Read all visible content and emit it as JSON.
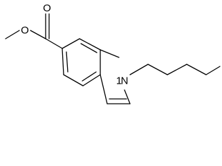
{
  "molecule": {
    "atoms": {
      "carbonyl_oxygen": "O",
      "ester_oxygen": "O",
      "ring_nitrogen": "N",
      "ring_nitrogen_locant": "1"
    }
  }
}
